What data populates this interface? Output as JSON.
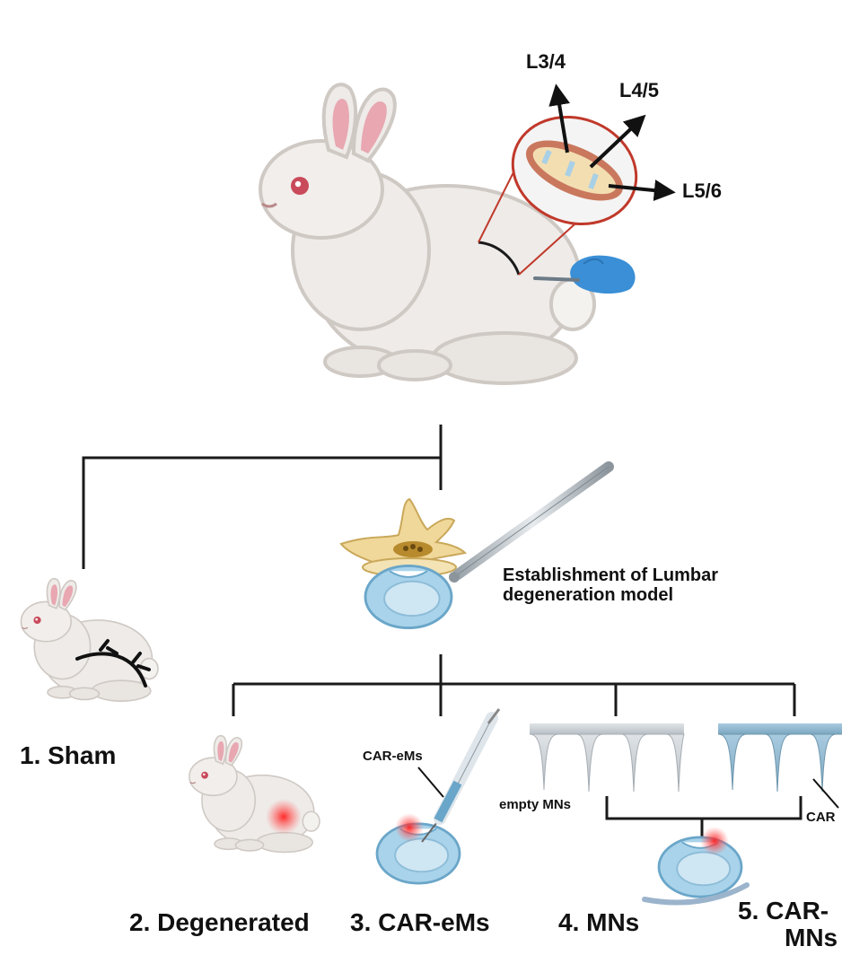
{
  "vertebra_labels": [
    "L3/4",
    "L4/5",
    "L5/6"
  ],
  "model_caption": [
    "Establishment of Lumbar",
    "degeneration model"
  ],
  "groups": [
    {
      "id": "sham",
      "label": "1. Sham"
    },
    {
      "id": "degenerated",
      "label": "2. Degenerated"
    },
    {
      "id": "car-ems",
      "label": "3. CAR-eMs"
    },
    {
      "id": "mns",
      "label": "4. MNs"
    },
    {
      "id": "car-mns",
      "label": "5. CAR-MNs",
      "label_lines": [
        "5. CAR-",
        "MNs"
      ]
    }
  ],
  "annotations": {
    "syringe_label": "CAR-eMs",
    "empty_mns_label": "empty MNs",
    "car_mns_label": "CAR"
  },
  "colors": {
    "line": "#1a1a1a",
    "zoom_circle": "#c0392b",
    "disc_fill": "#a9d3ea",
    "disc_edge": "#6aa6c9",
    "glove": "#3a8fd6",
    "rabbit_body": "#eeebe8",
    "rabbit_ear_inner": "#e8a7b1",
    "injection_glow": "#ff3b3b",
    "mn_grey": "#c9cfd4",
    "mn_blue": "#8fb8cf"
  }
}
